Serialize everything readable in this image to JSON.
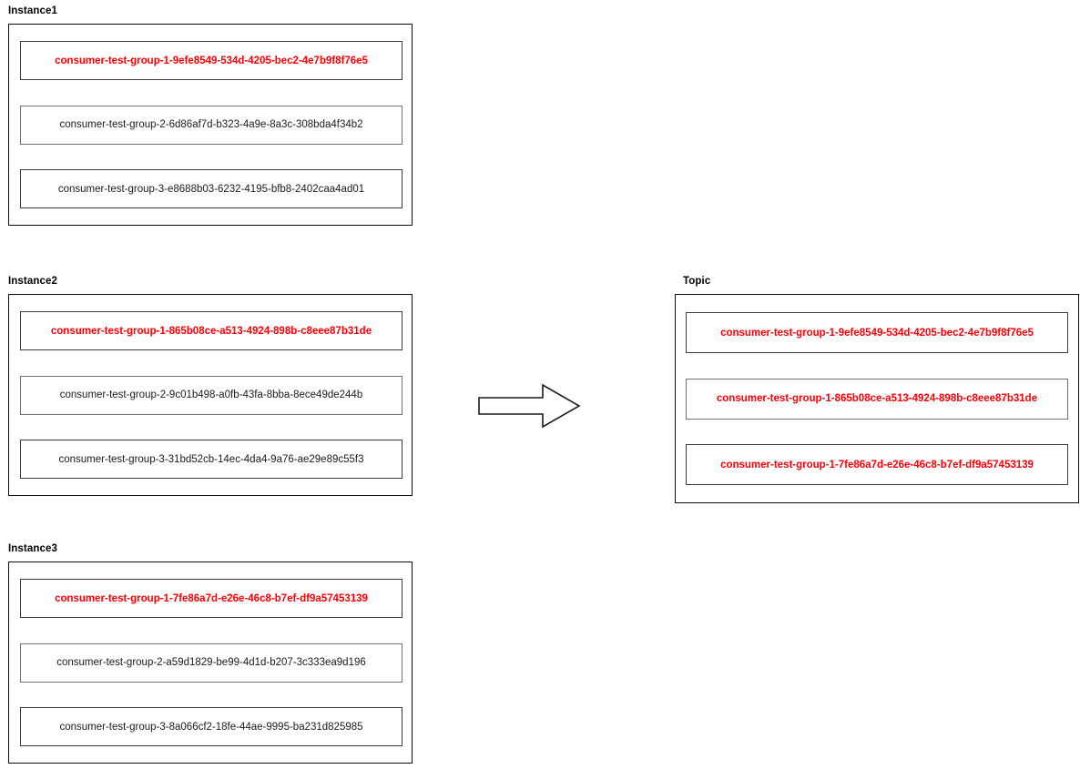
{
  "diagram": {
    "title_visible": false,
    "colors": {
      "highlight": "#fb0007",
      "normal_text": "#1a1a1a",
      "panel_border": "#0d0d0d",
      "item_border": "#3b3b3b",
      "item_border_alt": "#707070",
      "background": "#ffffff"
    },
    "arrow": {
      "name": "right-block-arrow",
      "direction": "right",
      "fill": "#ffffff",
      "stroke": "#1a1a1a"
    }
  },
  "panels": [
    {
      "id": "instance-1",
      "title": "Instance1",
      "items": [
        {
          "label": "consumer-test-group-1-9efe8549-534d-4205-bec2-4e7b9f8f76e5",
          "highlight": true,
          "border": "dark"
        },
        {
          "label": "consumer-test-group-2-6d86af7d-b323-4a9e-8a3c-308bda4f34b2",
          "highlight": false,
          "border": "light"
        },
        {
          "label": "consumer-test-group-3-e8688b03-6232-4195-bfb8-2402caa4ad01",
          "highlight": false,
          "border": "dark"
        }
      ]
    },
    {
      "id": "instance-2",
      "title": "Instance2",
      "items": [
        {
          "label": "consumer-test-group-1-865b08ce-a513-4924-898b-c8eee87b31de",
          "highlight": true,
          "border": "dark"
        },
        {
          "label": "consumer-test-group-2-9c01b498-a0fb-43fa-8bba-8ece49de244b",
          "highlight": false,
          "border": "light"
        },
        {
          "label": "consumer-test-group-3-31bd52cb-14ec-4da4-9a76-ae29e89c55f3",
          "highlight": false,
          "border": "dark"
        }
      ]
    },
    {
      "id": "instance-3",
      "title": "Instance3",
      "items": [
        {
          "label": "consumer-test-group-1-7fe86a7d-e26e-46c8-b7ef-df9a57453139",
          "highlight": true,
          "border": "dark"
        },
        {
          "label": "consumer-test-group-2-a59d1829-be99-4d1d-b207-3c333ea9d196",
          "highlight": false,
          "border": "light"
        },
        {
          "label": "consumer-test-group-3-8a066cf2-18fe-44ae-9995-ba231d825985",
          "highlight": false,
          "border": "dark"
        }
      ]
    }
  ],
  "topic": {
    "id": "topic-panel",
    "title": "Topic",
    "items": [
      {
        "label": "consumer-test-group-1-9efe8549-534d-4205-bec2-4e7b9f8f76e5",
        "highlight": true,
        "border": "dark"
      },
      {
        "label": "consumer-test-group-1-865b08ce-a513-4924-898b-c8eee87b31de",
        "highlight": true,
        "border": "light"
      },
      {
        "label": "consumer-test-group-1-7fe86a7d-e26e-46c8-b7ef-df9a57453139",
        "highlight": true,
        "border": "dark"
      }
    ]
  }
}
